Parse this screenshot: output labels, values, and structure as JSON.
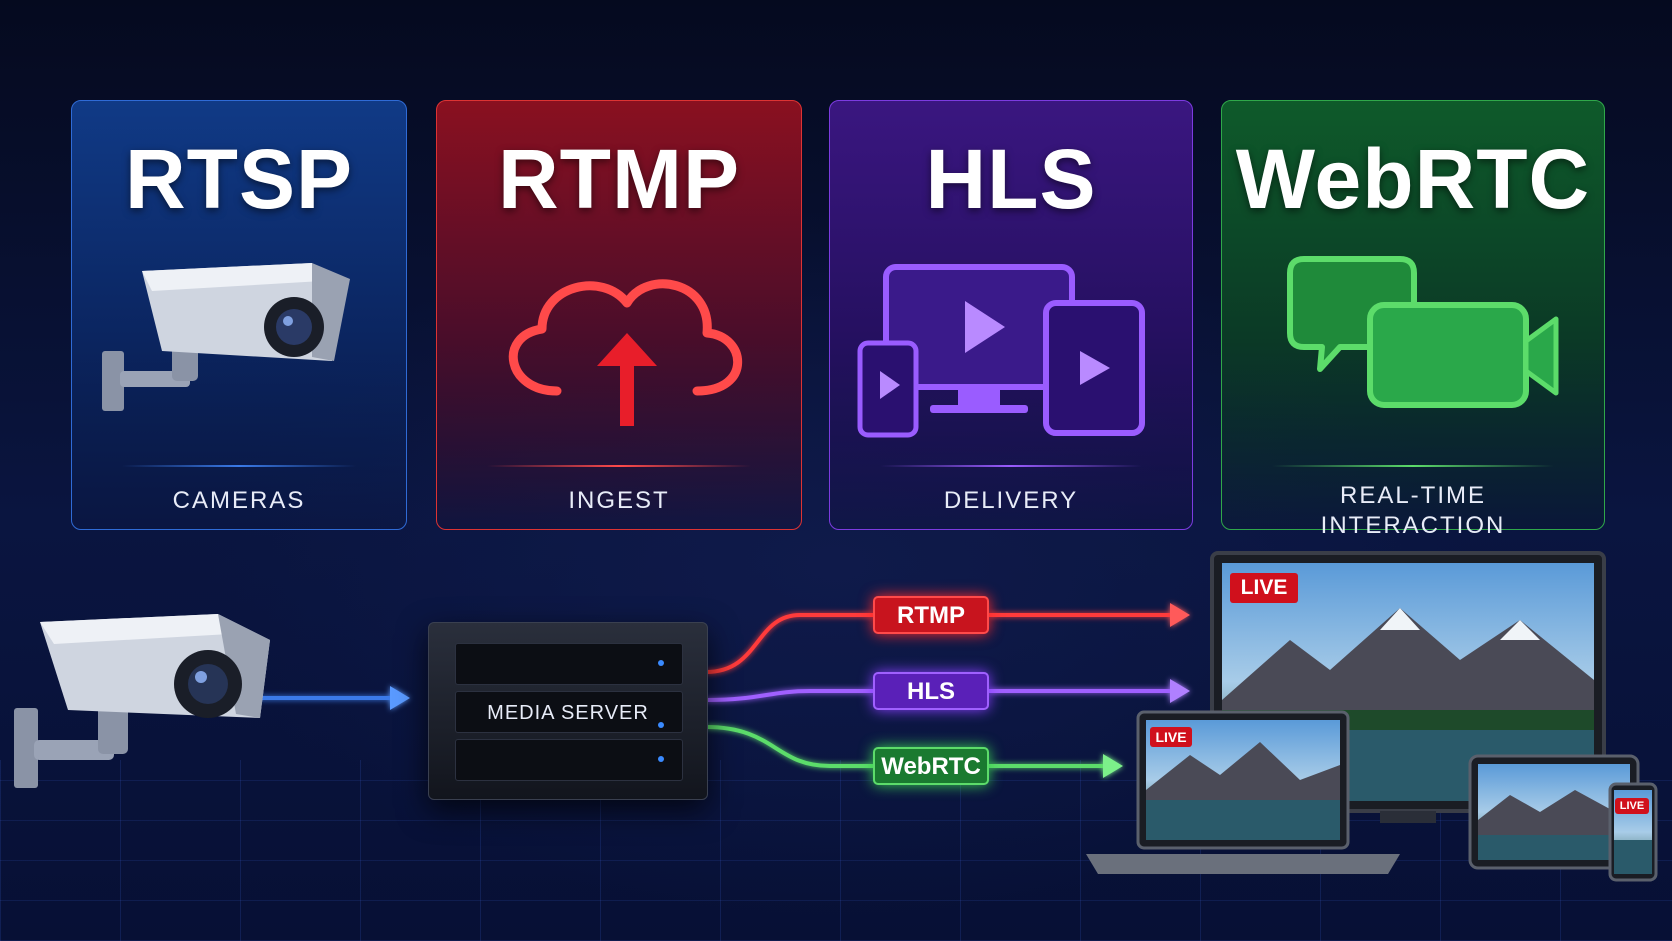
{
  "cards": [
    {
      "title": "RTSP",
      "caption": "CAMERAS",
      "color": "#2f6bd6",
      "icon": "security-camera-icon"
    },
    {
      "title": "RTMP",
      "caption": "INGEST",
      "color": "#ff4a4a",
      "icon": "cloud-upload-icon"
    },
    {
      "title": "HLS",
      "caption": "DELIVERY",
      "color": "#9a5cff",
      "icon": "multi-device-play-icon"
    },
    {
      "title": "WebRTC",
      "caption_line1": "REAL-TIME",
      "caption_line2": "INTERACTION",
      "color": "#5cdc6a",
      "icon": "chat-video-icon"
    }
  ],
  "flow": {
    "server_label": "MEDIA SERVER",
    "outputs": [
      {
        "label": "RTMP",
        "color": "#ff3a3a"
      },
      {
        "label": "HLS",
        "color": "#a060ff"
      },
      {
        "label": "WebRTC",
        "color": "#5cdc6a"
      }
    ],
    "live_badge": "LIVE"
  }
}
